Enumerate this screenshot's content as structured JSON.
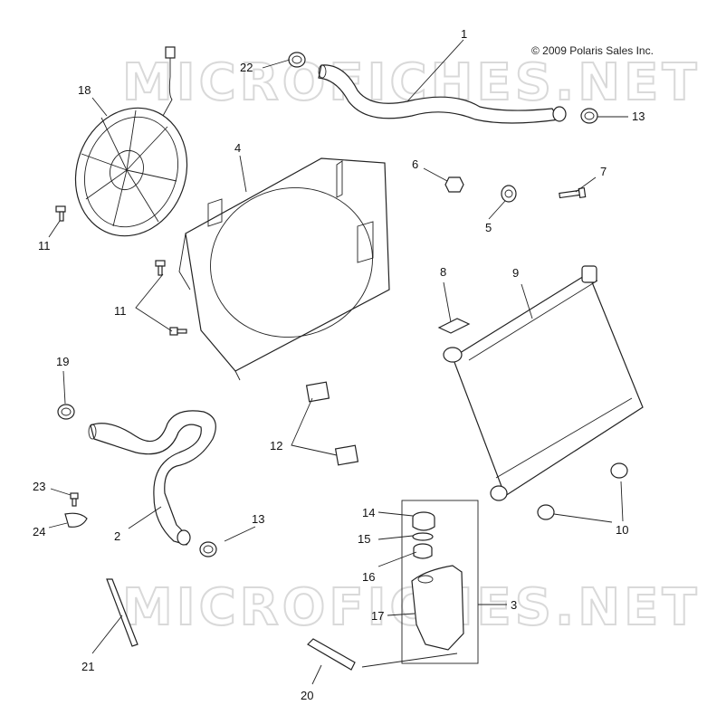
{
  "copyright": "© 2009 Polaris Sales Inc.",
  "watermark": "MICROFICHES.NET",
  "callouts": [
    {
      "id": "c1",
      "label": "1"
    },
    {
      "id": "c2",
      "label": "2"
    },
    {
      "id": "c3",
      "label": "3"
    },
    {
      "id": "c4",
      "label": "4"
    },
    {
      "id": "c5",
      "label": "5"
    },
    {
      "id": "c6",
      "label": "6"
    },
    {
      "id": "c7",
      "label": "7"
    },
    {
      "id": "c8",
      "label": "8"
    },
    {
      "id": "c9",
      "label": "9"
    },
    {
      "id": "c10",
      "label": "10"
    },
    {
      "id": "c11a",
      "label": "11"
    },
    {
      "id": "c11b",
      "label": "11"
    },
    {
      "id": "c12",
      "label": "12"
    },
    {
      "id": "c13a",
      "label": "13"
    },
    {
      "id": "c13b",
      "label": "13"
    },
    {
      "id": "c14",
      "label": "14"
    },
    {
      "id": "c15",
      "label": "15"
    },
    {
      "id": "c16",
      "label": "16"
    },
    {
      "id": "c17",
      "label": "17"
    },
    {
      "id": "c18",
      "label": "18"
    },
    {
      "id": "c19",
      "label": "19"
    },
    {
      "id": "c20",
      "label": "20"
    },
    {
      "id": "c21",
      "label": "21"
    },
    {
      "id": "c22",
      "label": "22"
    },
    {
      "id": "c23",
      "label": "23"
    },
    {
      "id": "c24",
      "label": "24"
    }
  ]
}
